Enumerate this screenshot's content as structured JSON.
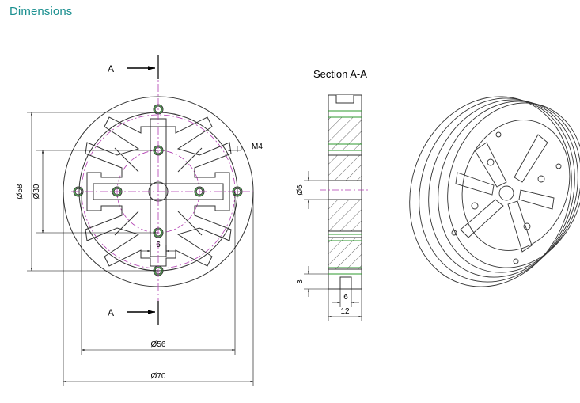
{
  "header": {
    "title": "Dimensions"
  },
  "front_view": {
    "section_marker_top": "A",
    "section_marker_bottom": "A",
    "dims": {
      "outer_diameter": "Ø70",
      "pitch_diameter": "Ø56",
      "diameter_58": "Ø58",
      "diameter_30": "Ø30",
      "thread": "M4",
      "slot_width": "6"
    }
  },
  "section_view": {
    "title": "Section A-A",
    "dims": {
      "bore": "Ø6",
      "groove_depth": "3",
      "slot_width": "6",
      "thickness": "12"
    }
  },
  "colors": {
    "header": "#1a8f8f",
    "centerline": "#b03ab0",
    "hatch_accent": "#2e9a2e",
    "outline": "#333333"
  }
}
